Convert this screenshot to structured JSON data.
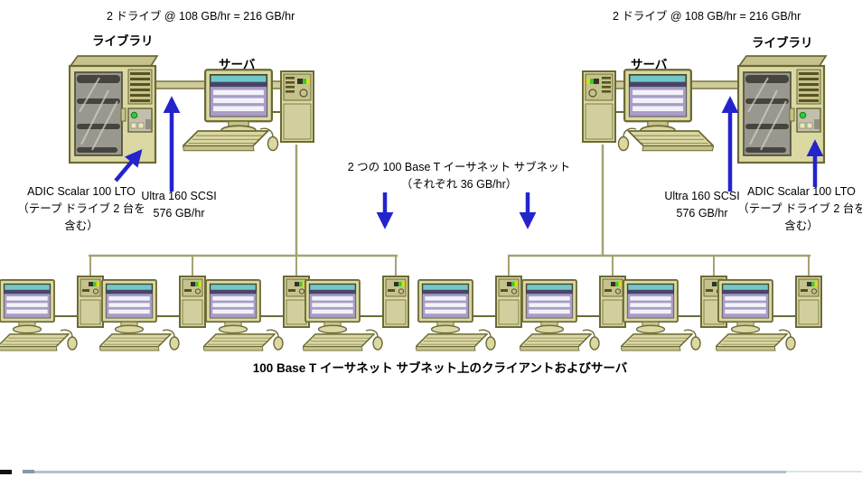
{
  "top": {
    "left_rate": "2 ドライブ @ 108 GB/hr = 216 GB/hr",
    "right_rate": "2 ドライブ @ 108 GB/hr = 216 GB/hr"
  },
  "left_group": {
    "library_label": "ライブラリ",
    "server_label": "サーバ",
    "adic_line1": "ADIC Scalar 100 LTO",
    "adic_line2": "（テープ ドライブ 2 台を",
    "adic_line3": "含む）",
    "scsi_line1": "Ultra 160 SCSI",
    "scsi_line2": "576 GB/hr"
  },
  "right_group": {
    "library_label": "ライブラリ",
    "server_label": "サーバ",
    "scsi_line1": "Ultra 160 SCSI",
    "scsi_line2": "576 GB/hr",
    "adic_line1": "ADIC Scalar 100 LTO",
    "adic_line2": "（テープ ドライブ 2 台を",
    "adic_line3": "含む）"
  },
  "center": {
    "subnet_line1": "2 つの 100 Base T イーサネット サブネット",
    "subnet_line2": "（それぞれ 36 GB/hr）"
  },
  "caption": "100 Base T イーサネット サブネット上のクライアントおよびサーバ",
  "colors": {
    "arrow": "#2424CC",
    "machine_body": "#DBD8A4",
    "machine_shade": "#C6C28E",
    "machine_outline": "#6B6A33",
    "cable": "#A6A272",
    "window_gray": "#98988E",
    "tape_dark": "#45453E",
    "slot_dark": "#55531F",
    "led_green": "#33CC33",
    "led_yellow": "#DDDD00",
    "screen_teal": "#70C8C8",
    "screen_purple": "#A89CC8",
    "screen_title": "#4A4468",
    "screen_rows": "#F2F2F8",
    "panel_gray": "#C2BFAE",
    "scrollbar_blue": "#AFC4CF"
  }
}
